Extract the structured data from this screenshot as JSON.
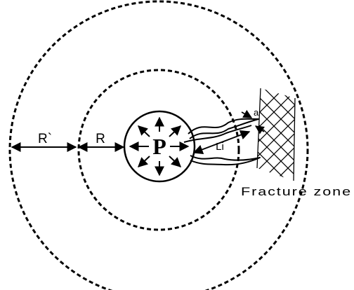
{
  "labels": {
    "pressure": "P",
    "outer_radius": "R`",
    "inner_radius": "R",
    "crack_length": "Li",
    "crack_width": "a",
    "zone": "Fracture zone"
  },
  "colors": {
    "stroke": "#000000",
    "background": "#ffffff"
  }
}
